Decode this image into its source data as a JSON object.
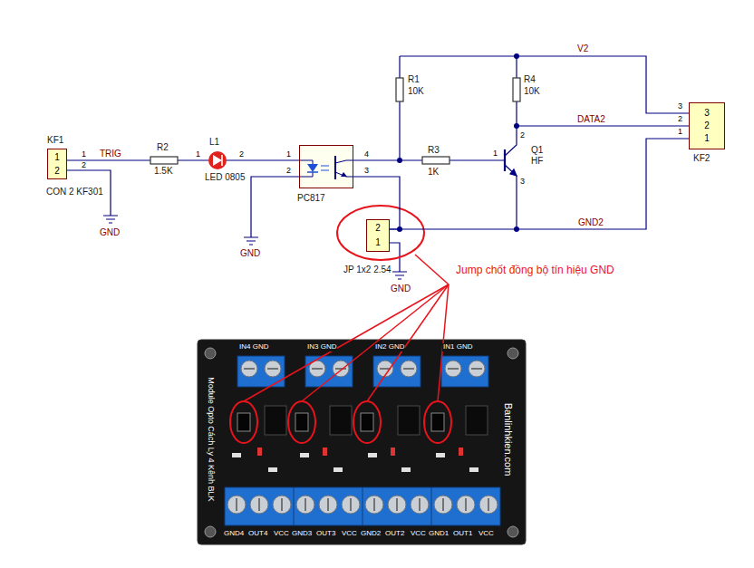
{
  "diagram": {
    "nodes": [
      {
        "text": [
          "KF1",
          "1",
          "2",
          "CON 2 KF301"
        ]
      },
      {
        "text": [
          "PC817"
        ]
      },
      {
        "text": [
          "2",
          "1",
          "JP 1x2 2.54"
        ]
      },
      {
        "text": [
          "3",
          "2",
          "1",
          "KF2"
        ]
      }
    ],
    "edges": [
      {
        "from": 1,
        "to": 2,
        "arrow": "none"
      },
      {
        "from": 2,
        "to": 3,
        "label": "GND2",
        "arrow": "none"
      }
    ],
    "labels": [
      "1",
      "2",
      "TRIG",
      "R2",
      "1.5K",
      "L1",
      "1",
      "2",
      "LED 0805",
      "1",
      "2",
      "4",
      "3",
      "GND",
      "GND",
      "GND",
      "R1",
      "10K",
      "R4",
      "10K",
      "V2",
      "R3",
      "1K",
      "1",
      "2",
      "3",
      "Q1",
      "HF",
      "DATA2",
      "3",
      "2",
      "1",
      "Jump chốt đồng bộ tín hiệu GND",
      "IN4 GND",
      "IN3 GND",
      "IN2 GND",
      "IN1 GND",
      "Module Opto Cách Ly 4 Kênh BLK",
      "Banlinhkien.com",
      "GND4",
      "OUT4",
      "VCC",
      "GND3",
      "OUT3",
      "VCC",
      "GND2",
      "OUT2",
      "VCC",
      "GND1",
      "OUT1",
      "VCC"
    ]
  }
}
